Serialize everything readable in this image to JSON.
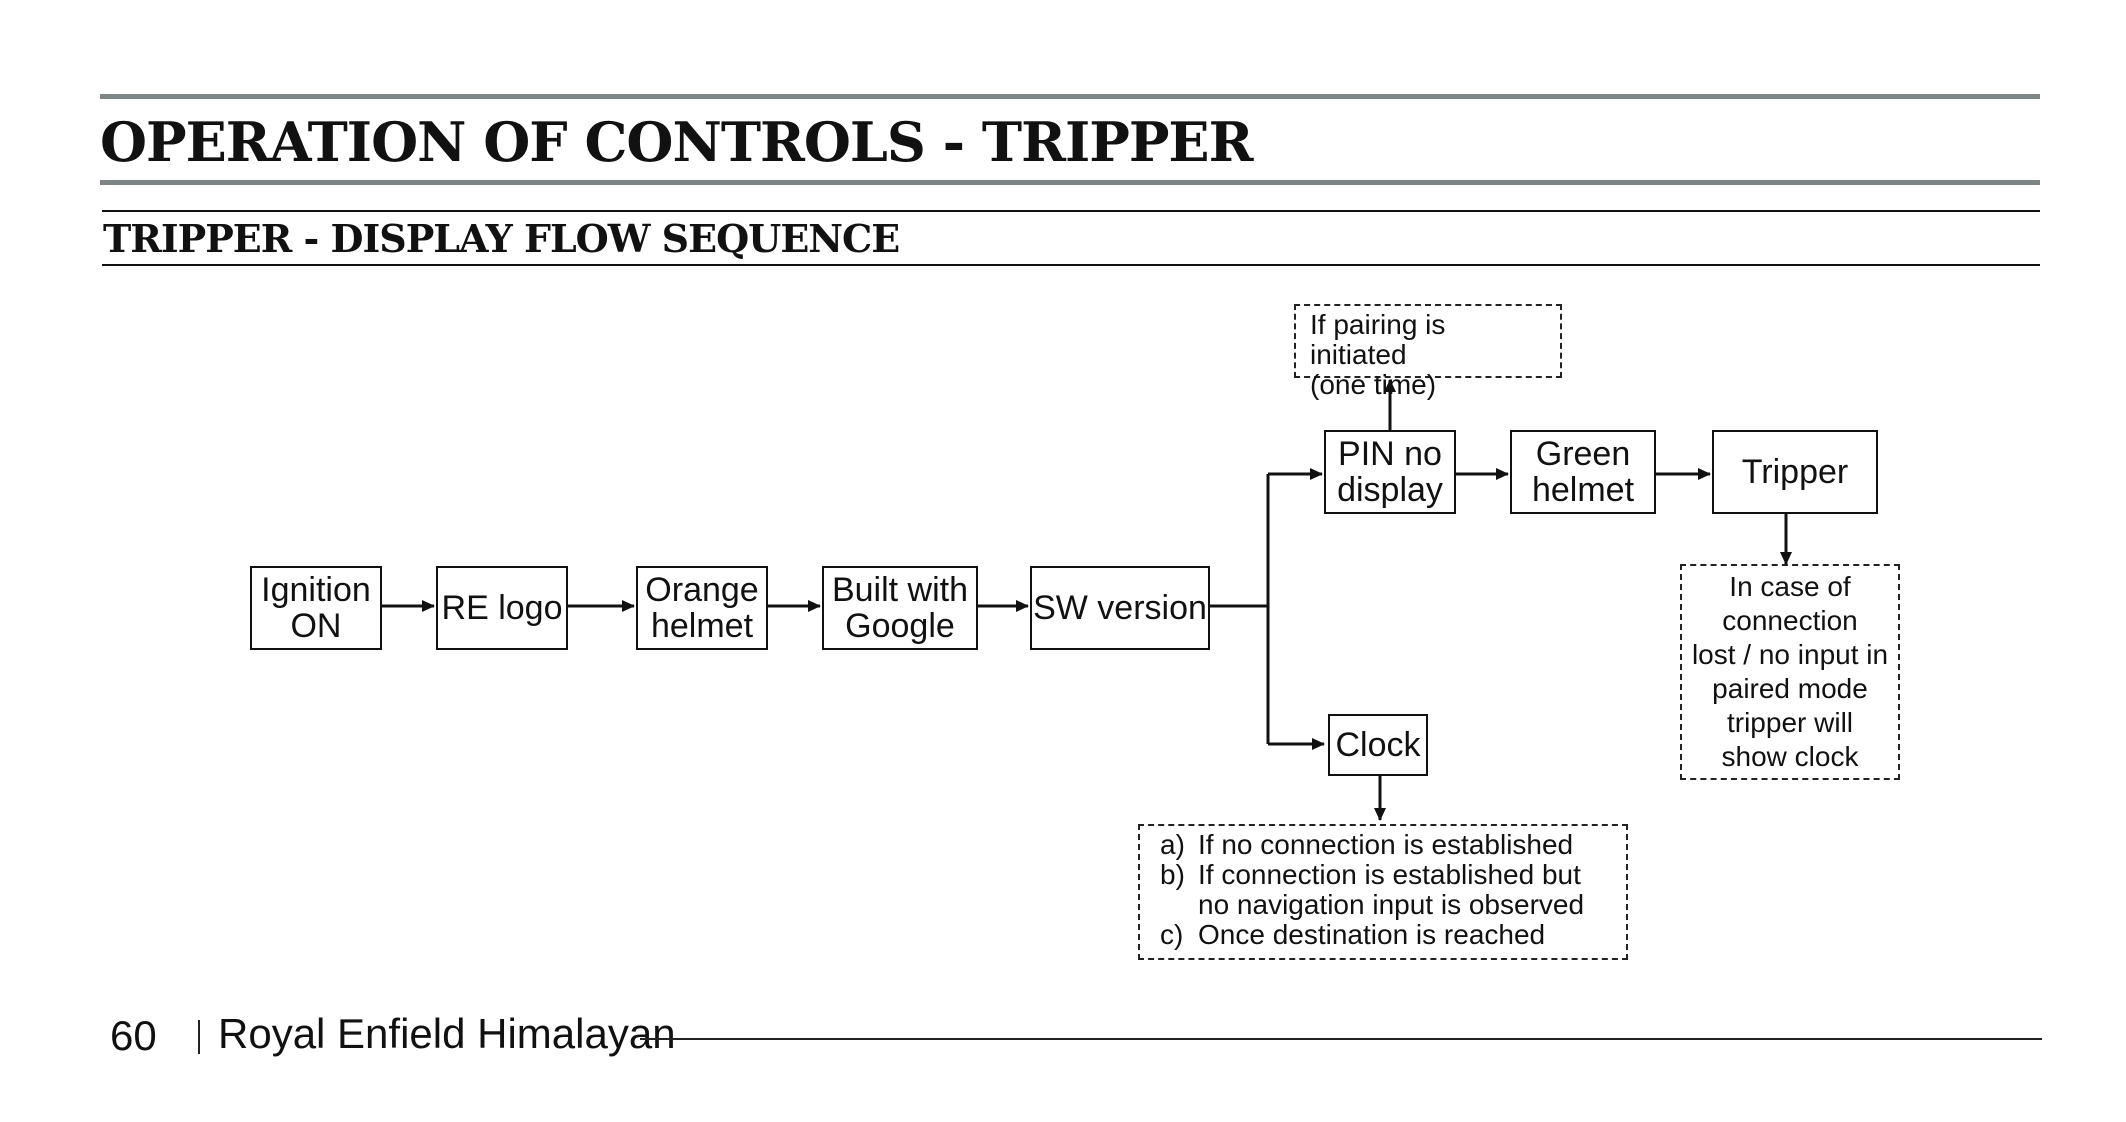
{
  "page": {
    "title": "OPERATION OF CONTROLS - TRIPPER",
    "section_title": "TRIPPER - DISPLAY FLOW SEQUENCE"
  },
  "flow": {
    "nodes": {
      "ignition": "Ignition\nON",
      "re_logo": "RE logo",
      "orange_helmet": "Orange\nhelmet",
      "built_with_google": "Built with\nGoogle",
      "sw_version": "SW version",
      "pin_display": "PIN no\ndisplay",
      "green_helmet": "Green\nhelmet",
      "tripper": "Tripper",
      "clock": "Clock"
    },
    "notes": {
      "pairing": "If pairing is initiated\n(one time)",
      "connection_lost": "In case of\nconnection\nlost / no input in\npaired mode\ntripper will\nshow clock",
      "clock_conditions": [
        {
          "letter": "a)",
          "text": "If no connection is established"
        },
        {
          "letter": "b)",
          "text": "If connection is established but no navigation input is observed"
        },
        {
          "letter": "c)",
          "text": "Once destination is reached"
        }
      ]
    }
  },
  "footer": {
    "page_number": "60",
    "brand": "Royal Enfield Himalayan"
  }
}
